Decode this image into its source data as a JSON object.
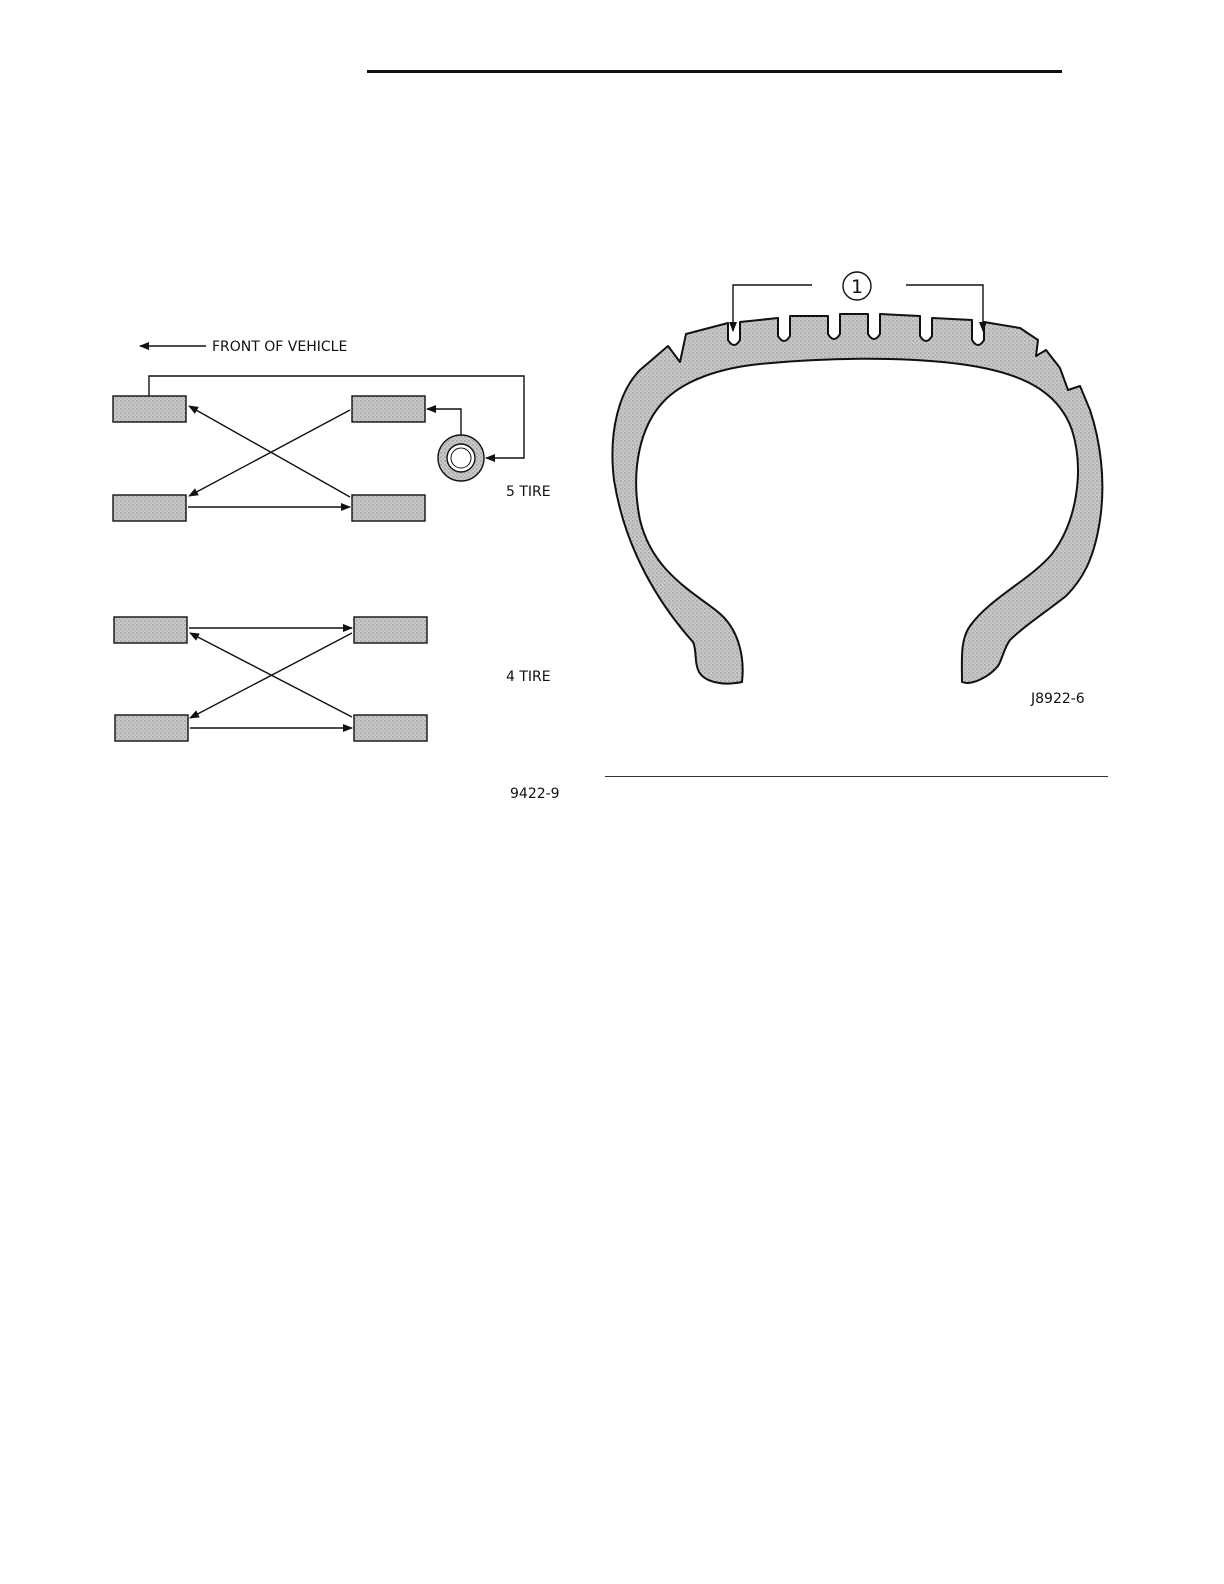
{
  "rotation_figure": {
    "front_label": "FRONT OF VEHICLE",
    "five_tire_label": "5 TIRE",
    "four_tire_label": "4 TIRE",
    "figure_id": "9422-9"
  },
  "tire_figure": {
    "callout": "1",
    "figure_id": "J8922-6"
  },
  "colors": {
    "ink": "#111111",
    "tire_fill": "#bdbdbd"
  }
}
